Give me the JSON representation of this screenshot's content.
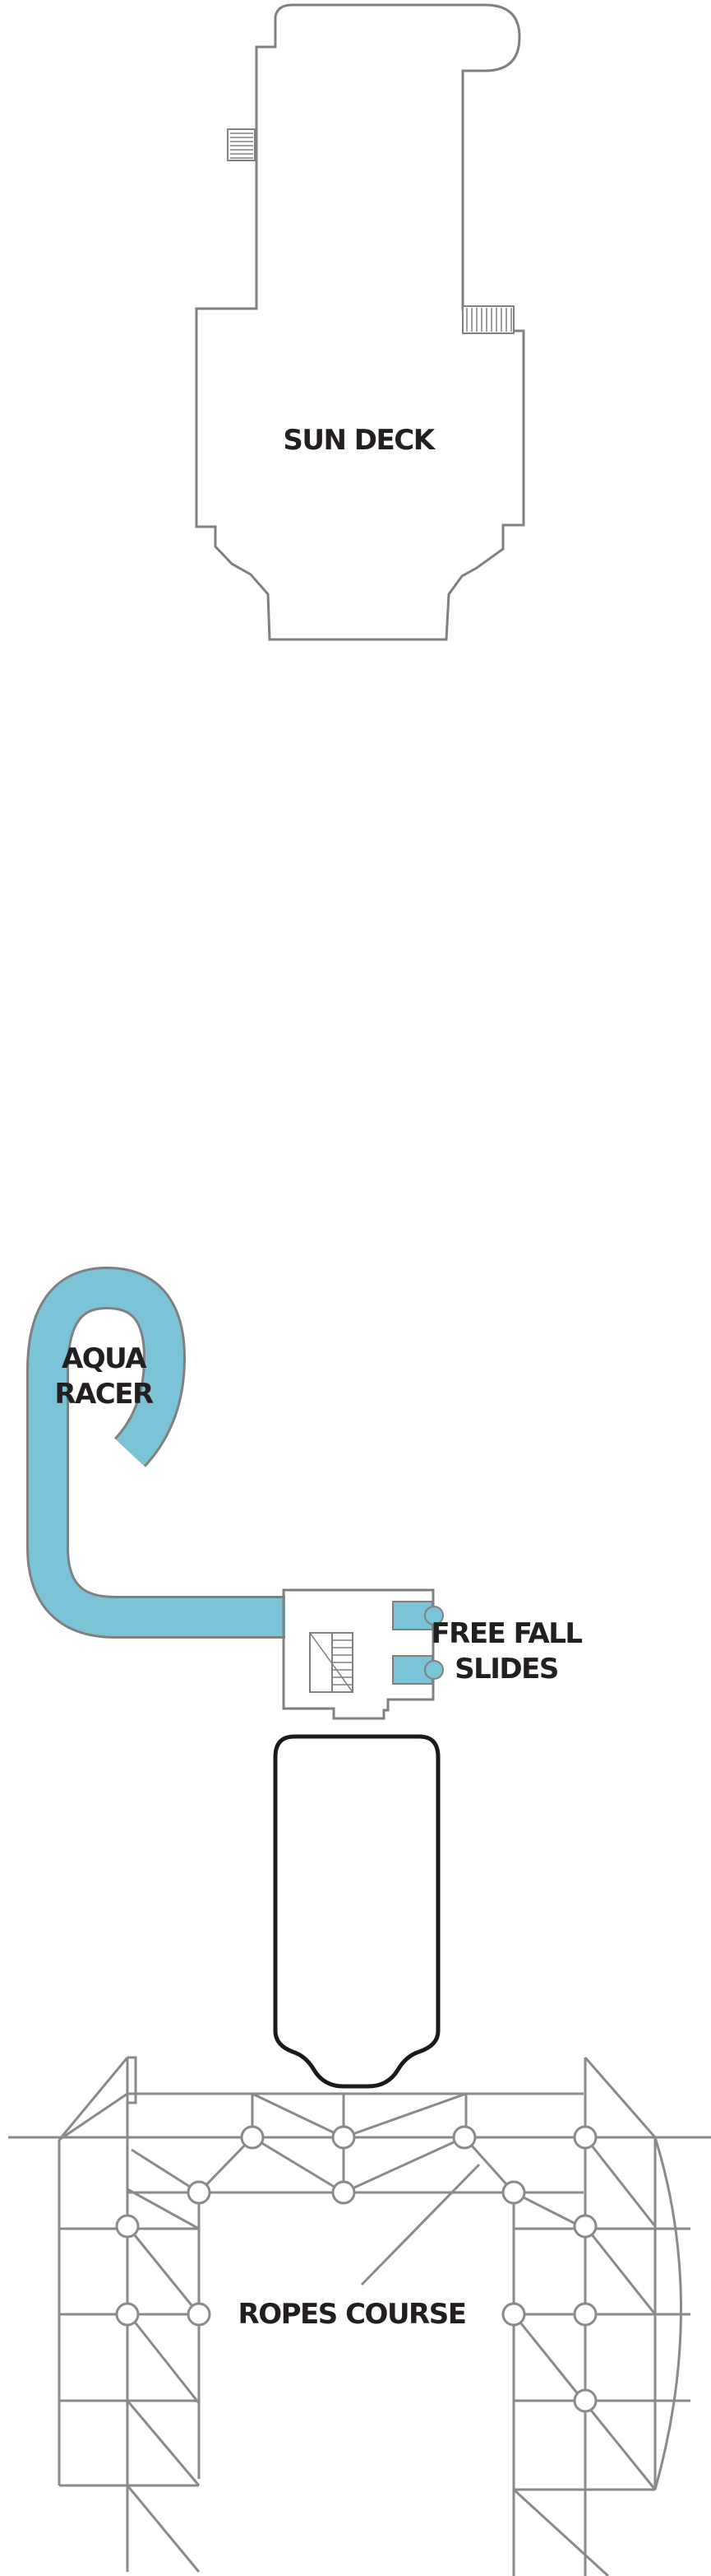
{
  "labels": {
    "sun_deck": "SUN DECK",
    "aqua_racer_line1": "AQUA",
    "aqua_racer_line2": "RACER",
    "free_fall_line1": "FREE FALL",
    "free_fall_line2": "SLIDES",
    "ropes_course": "ROPES COURSE"
  },
  "colors": {
    "water_slide": "#7bc4d7",
    "outline": "#808080",
    "label_text": "#231f20",
    "pool_outline": "#1a1a1a"
  },
  "icons": [
    "stairs-icon"
  ]
}
